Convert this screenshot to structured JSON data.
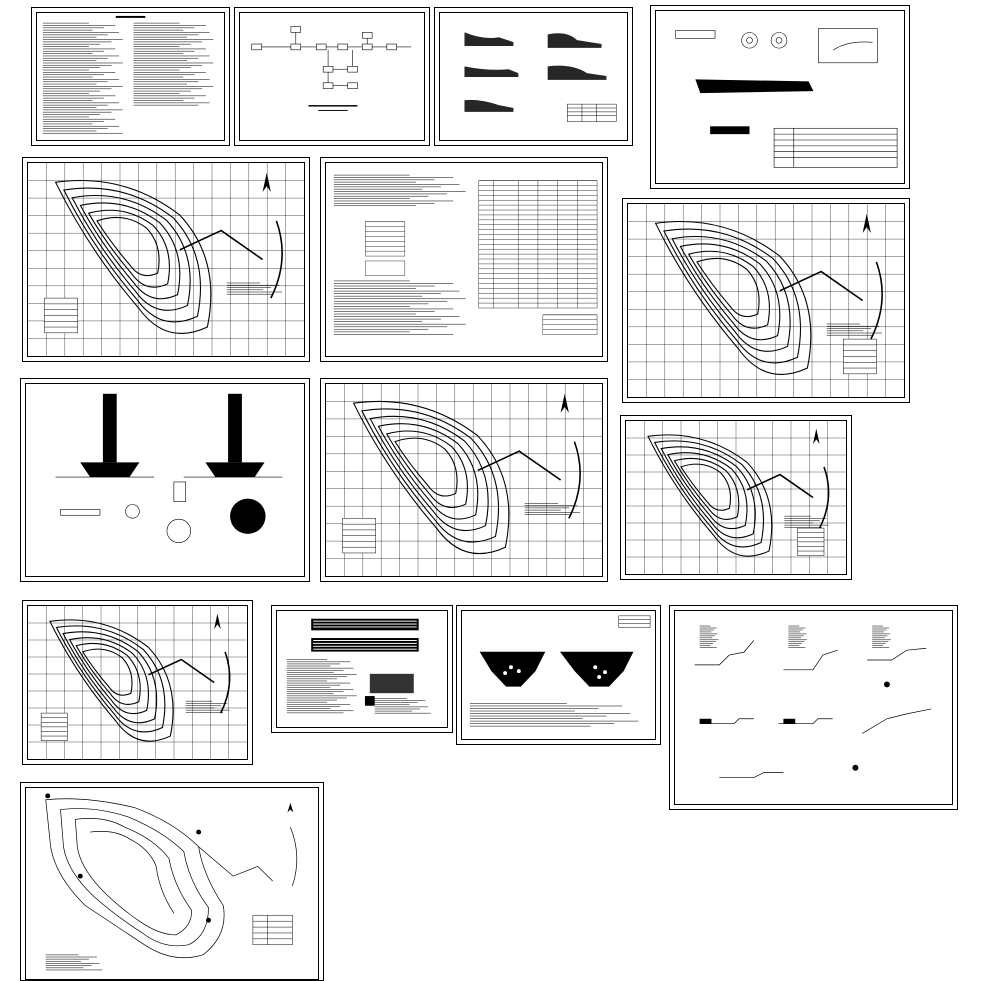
{
  "sheets": [
    {
      "id": "s1",
      "kind": "text"
    },
    {
      "id": "s2",
      "kind": "flow"
    },
    {
      "id": "s3",
      "kind": "sections"
    },
    {
      "id": "s4",
      "kind": "details"
    },
    {
      "id": "s5",
      "kind": "plan"
    },
    {
      "id": "s6",
      "kind": "tables"
    },
    {
      "id": "s7",
      "kind": "plan"
    },
    {
      "id": "s8",
      "kind": "details"
    },
    {
      "id": "s9",
      "kind": "plan"
    },
    {
      "id": "s10",
      "kind": "plan"
    },
    {
      "id": "s11",
      "kind": "plan"
    },
    {
      "id": "s12",
      "kind": "tables"
    },
    {
      "id": "s13",
      "kind": "sections"
    },
    {
      "id": "s14",
      "kind": "sections"
    },
    {
      "id": "s15",
      "kind": "plan"
    }
  ],
  "colors": {
    "ink": "#000000",
    "paper": "#ffffff"
  }
}
